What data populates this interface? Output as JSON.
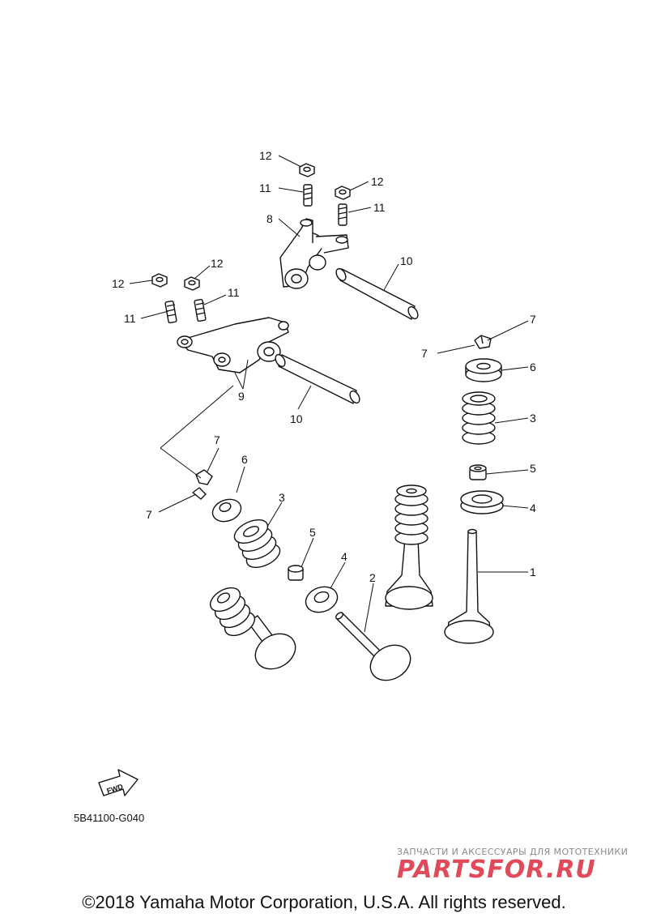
{
  "diagram": {
    "callouts": {
      "c1": "1",
      "c2": "2",
      "c3a": "3",
      "c3b": "3",
      "c4a": "4",
      "c4b": "4",
      "c5a": "5",
      "c5b": "5",
      "c6a": "6",
      "c6b": "6",
      "c7a": "7",
      "c7b": "7",
      "c7c": "7",
      "c7d": "7",
      "c8": "8",
      "c9": "9",
      "c10a": "10",
      "c10b": "10",
      "c11a": "11",
      "c11b": "11",
      "c11c": "11",
      "c11d": "11",
      "c12a": "12",
      "c12b": "12",
      "c12c": "12",
      "c12d": "12"
    },
    "fwd_label": "FWD",
    "part_code": "5B41100-G040"
  },
  "watermark": {
    "tagline": "ЗАПЧАСТИ И АКСЕССУАРЫ ДЛЯ МОТОТЕХНИКИ",
    "logo": "PARTSFOR.RU"
  },
  "copyright": "©2018 Yamaha Motor Corporation, U.S.A. All rights reserved."
}
